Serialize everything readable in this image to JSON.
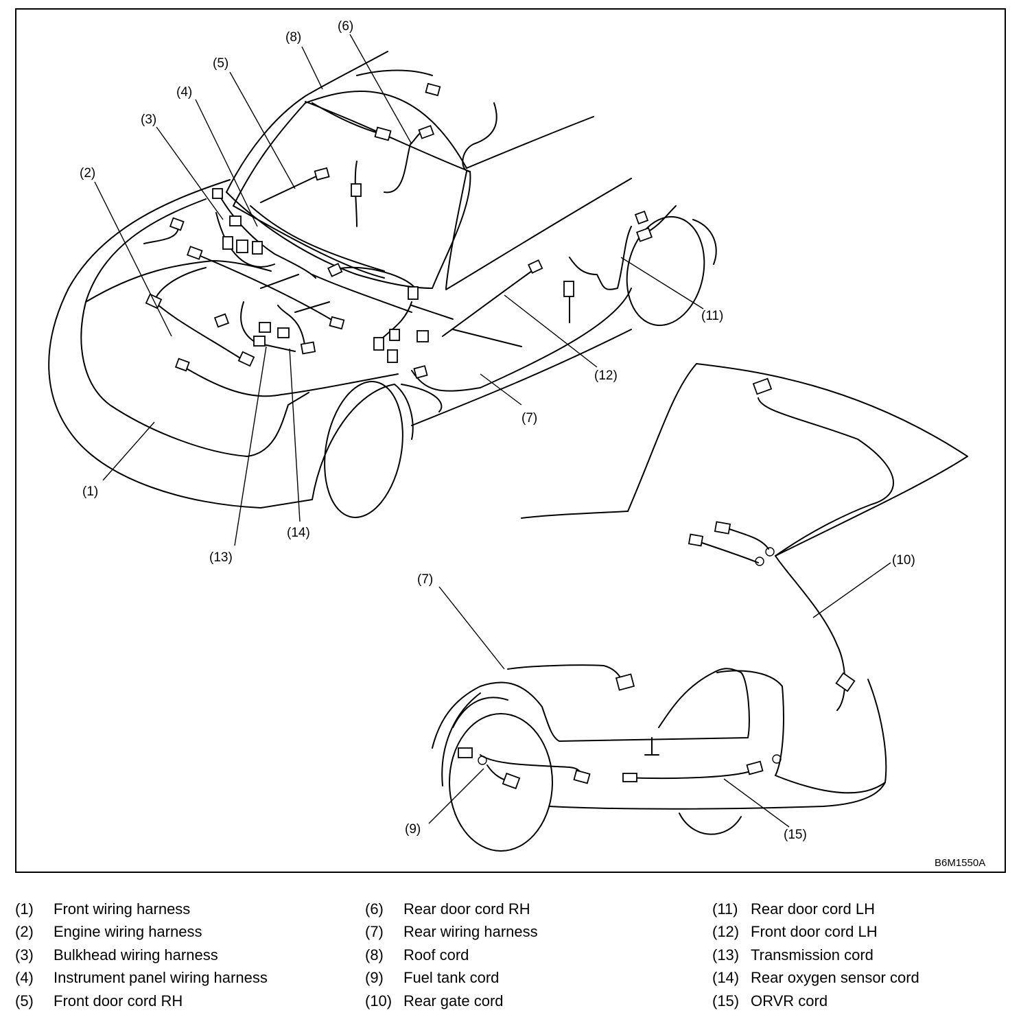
{
  "diagram_code": "B6M1550A",
  "callouts": {
    "c1": "(1)",
    "c2": "(2)",
    "c3": "(3)",
    "c4": "(4)",
    "c5": "(5)",
    "c6": "(6)",
    "c7a": "(7)",
    "c7b": "(7)",
    "c8": "(8)",
    "c9": "(9)",
    "c10": "(10)",
    "c11": "(11)",
    "c12": "(12)",
    "c13": "(13)",
    "c14": "(14)",
    "c15": "(15)"
  },
  "legend": [
    {
      "num": "(1)",
      "label": "Front wiring harness"
    },
    {
      "num": "(2)",
      "label": "Engine wiring harness"
    },
    {
      "num": "(3)",
      "label": "Bulkhead wiring harness"
    },
    {
      "num": "(4)",
      "label": "Instrument panel wiring harness"
    },
    {
      "num": "(5)",
      "label": "Front door cord RH"
    },
    {
      "num": "(6)",
      "label": "Rear door cord RH"
    },
    {
      "num": "(7)",
      "label": "Rear wiring harness"
    },
    {
      "num": "(8)",
      "label": "Roof cord"
    },
    {
      "num": "(9)",
      "label": "Fuel tank cord"
    },
    {
      "num": "(10)",
      "label": "Rear gate cord"
    },
    {
      "num": "(11)",
      "label": "Rear door cord LH"
    },
    {
      "num": "(12)",
      "label": "Front door cord LH"
    },
    {
      "num": "(13)",
      "label": "Transmission cord"
    },
    {
      "num": "(14)",
      "label": "Rear oxygen sensor cord"
    },
    {
      "num": "(15)",
      "label": "ORVR cord"
    }
  ]
}
